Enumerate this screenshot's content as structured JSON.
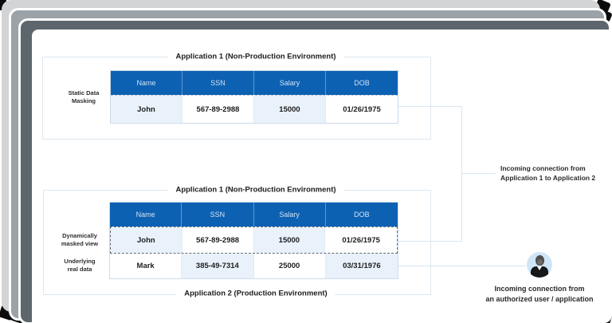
{
  "sections": {
    "top": {
      "title": "Application 1 (Non-Production Environment)",
      "side_label": "Static Data\nMasking",
      "table": {
        "headers": [
          "Name",
          "SSN",
          "Salary",
          "DOB"
        ],
        "rows": [
          [
            "John",
            "567-89-2988",
            "15000",
            "01/26/1975"
          ]
        ]
      }
    },
    "bottom": {
      "title": "Application 1 (Non-Production Environment)",
      "footer_title": "Application 2 (Production Environment)",
      "side_label_masked": "Dynamically\nmasked view",
      "side_label_real": "Underlying\nreal data",
      "table": {
        "headers": [
          "Name",
          "SSN",
          "Salary",
          "DOB"
        ],
        "rows": [
          [
            "John",
            "567-89-2988",
            "15000",
            "01/26/1975"
          ],
          [
            "Mark",
            "385-49-7314",
            "25000",
            "03/31/1976"
          ]
        ]
      }
    }
  },
  "annotations": {
    "app_connection": "Incoming connection from\nApplication 1 to Application 2",
    "user_connection": "Incoming connection from\nan authorized user / application"
  },
  "icons": {
    "user_avatar": "person-icon"
  },
  "colors": {
    "table_header_blue": "#0d61b2",
    "cell_light_blue": "#e9f1fa",
    "frame_light_gray": "#d2d4d6",
    "frame_medium_gray": "#9ba2a8",
    "frame_dark_gray": "#5d666c",
    "avatar_background": "#cfe5f7",
    "connector_line": "#d9e6f2"
  }
}
